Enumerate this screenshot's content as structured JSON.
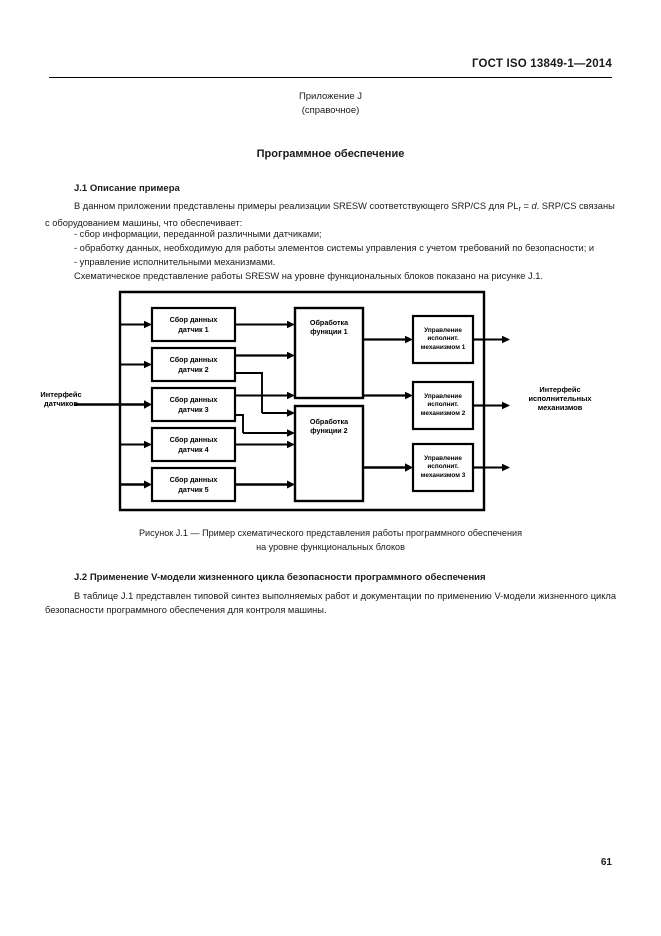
{
  "document": {
    "standard_header": "ГОСТ ISO 13849-1—2014",
    "page_number": "61"
  },
  "annex": {
    "title": "Приложение J",
    "subtitle": "(справочное)",
    "heading": "Программное обеспечение"
  },
  "sections": {
    "j1": {
      "heading": "J.1 Описание примера",
      "paragraph_1_a": "В данном приложении представлены примеры реализации SRESW соответствующего SRP/CS для PL",
      "paragraph_1_sub": "r",
      "paragraph_1_b": " = ",
      "paragraph_1_italic": "d",
      "paragraph_1_c": ". SRP/CS связаны с оборудованием машины, что обеспечивает:",
      "bullet_1": "- сбор информации, переданной различными датчиками;",
      "bullet_2": "- обработку данных, необходимую для работы элементов системы управления с учетом требований по безопасности; и",
      "bullet_3": "- управление исполнительными механизмами.",
      "paragraph_2": "Схематическое представление работы SRESW на уровне функциональных блоков показано на рисунке J.1."
    },
    "j2": {
      "heading": "J.2 Применение V-модели жизненного цикла безопасности программного обеспечения",
      "paragraph_1": "В таблице J.1 представлен типовой синтез выполняемых работ и документации по применению V-модели жизненного цикла безопасности программного обеспечения для контроля машины."
    }
  },
  "figure": {
    "caption_line_1": "Рисунок J.1 — Пример схематического представления работы программного обеспечения",
    "caption_line_2": "на уровне функциональных блоков",
    "left_interface": {
      "line_1": "Интерфейс",
      "line_2": "датчиков"
    },
    "right_interface": {
      "line_1": "Интерфейс",
      "line_2": "исполнительных",
      "line_3": "механизмов"
    },
    "sensor_blocks": [
      {
        "line_1": "Сбор данных",
        "line_2": "датчик 1"
      },
      {
        "line_1": "Сбор данных",
        "line_2": "датчик 2"
      },
      {
        "line_1": "Сбор данных",
        "line_2": "датчик 3"
      },
      {
        "line_1": "Сбор данных",
        "line_2": "датчик 4"
      },
      {
        "line_1": "Сбор данных",
        "line_2": "датчик 5"
      }
    ],
    "processing_blocks": [
      {
        "line_1": "Обработка",
        "line_2": "функции 1"
      },
      {
        "line_1": "Обработка",
        "line_2": "функции 2"
      }
    ],
    "actuator_blocks": [
      {
        "line_1": "Управление",
        "line_2": "исполнит.",
        "line_3": "механизмом 1"
      },
      {
        "line_1": "Управление",
        "line_2": "исполнит.",
        "line_3": "механизмом 2"
      },
      {
        "line_1": "Управление",
        "line_2": "исполнит.",
        "line_3": "механизмом 3"
      }
    ]
  },
  "colors": {
    "text": "#1a1a1a",
    "line": "#000000",
    "background": "#ffffff"
  }
}
